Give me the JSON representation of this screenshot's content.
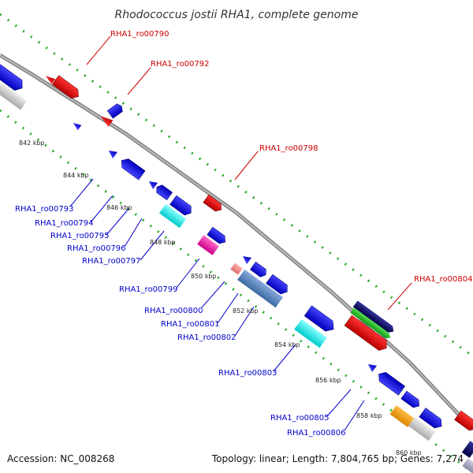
{
  "title": "Rhodococcus jostii RHA1, complete genome",
  "footer": {
    "accession": "Accession: NC_008268",
    "stats": "Topology: linear; Length: 7,804,765 bp; Genes: 7,274"
  },
  "colors": {
    "backbone": "#909090",
    "forward_label": "#cc0000",
    "reverse_label": "#0000cc",
    "tick_dot": "#22aa22"
  },
  "scale_labels": [
    "842 kbp",
    "844 kbp",
    "846 kbp",
    "848 kbp",
    "850 kbp",
    "852 kbp",
    "854 kbp",
    "856 kbp",
    "858 kbp",
    "860 kbp"
  ],
  "forward_labels": [
    "RHA1_ro00790",
    "RHA1_ro00792",
    "RHA1_ro00798",
    "RHA1_ro00804"
  ],
  "reverse_labels": [
    "RHA1_ro00793",
    "RHA1_ro00794",
    "RHA1_ro00795",
    "RHA1_ro00796",
    "RHA1_ro00797",
    "RHA1_ro00799",
    "RHA1_ro00800",
    "RHA1_ro00801",
    "RHA1_ro00802",
    "RHA1_ro00803",
    "RHA1_ro00805",
    "RHA1_ro00806"
  ]
}
